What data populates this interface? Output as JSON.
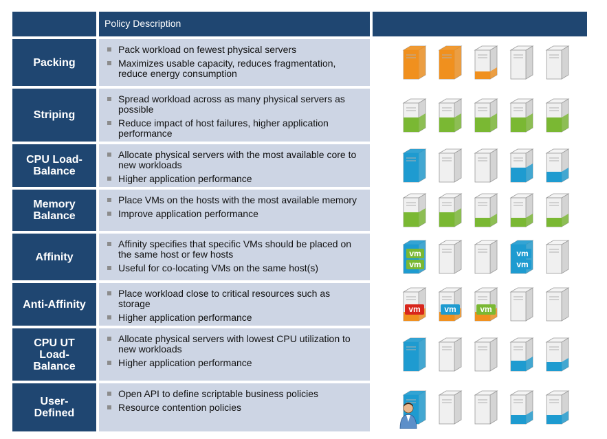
{
  "header": {
    "policy_description": "Policy Description"
  },
  "rows": [
    {
      "label": "Packing",
      "bullets": [
        "Pack workload on fewest physical servers",
        "Maximizes usable capacity, reduces fragmentation, reduce energy consumption"
      ],
      "servers": [
        {
          "fill": 1,
          "color": "orange"
        },
        {
          "fill": 1,
          "color": "orange"
        },
        {
          "fill": 0.25,
          "color": "orange"
        },
        {
          "fill": 0,
          "color": "none"
        },
        {
          "fill": 0,
          "color": "none"
        }
      ]
    },
    {
      "label": "Striping",
      "bullets": [
        "Spread workload across as many physical servers as possible",
        "Reduce impact of host failures, higher application performance"
      ],
      "servers": [
        {
          "fill": 0.5,
          "color": "green"
        },
        {
          "fill": 0.5,
          "color": "green"
        },
        {
          "fill": 0.5,
          "color": "green"
        },
        {
          "fill": 0.5,
          "color": "green"
        },
        {
          "fill": 0.5,
          "color": "green"
        }
      ]
    },
    {
      "label": "CPU Load-\nBalance",
      "bullets": [
        "Allocate physical servers with the most available core to new workloads",
        "Higher application performance"
      ],
      "servers": [
        {
          "fill": 1,
          "color": "blue"
        },
        {
          "fill": 0,
          "color": "none"
        },
        {
          "fill": 0,
          "color": "none"
        },
        {
          "fill": 0.5,
          "color": "blue"
        },
        {
          "fill": 0.35,
          "color": "blue"
        }
      ]
    },
    {
      "label": "Memory\nBalance",
      "bullets": [
        "Place VMs on the hosts with the most available memory",
        "Improve application performance"
      ],
      "servers": [
        {
          "fill": 0.5,
          "color": "green"
        },
        {
          "fill": 0.5,
          "color": "green"
        },
        {
          "fill": 0.3,
          "color": "green"
        },
        {
          "fill": 0.3,
          "color": "green"
        },
        {
          "fill": 0.3,
          "color": "green"
        }
      ]
    },
    {
      "label": "Affinity",
      "bullets": [
        "Affinity specifies that specific VMs should be placed on the same host or few hosts",
        "Useful for co-locating VMs on the same host(s)"
      ],
      "servers": [
        {
          "fill": 1,
          "color": "blue",
          "vm": "green"
        },
        {
          "fill": 0,
          "color": "none"
        },
        {
          "fill": 0,
          "color": "none"
        },
        {
          "fill": 1,
          "color": "blue",
          "vm": "blue"
        },
        {
          "fill": 0,
          "color": "none"
        }
      ]
    },
    {
      "label": "Anti-Affinity",
      "bullets": [
        "Place workload close to critical resources such as storage",
        "Higher application performance"
      ],
      "servers": [
        {
          "fill": 0.3,
          "color": "orange",
          "vm": "red"
        },
        {
          "fill": 0.3,
          "color": "orange",
          "vm": "blue"
        },
        {
          "fill": 0.3,
          "color": "orange",
          "vm": "green"
        },
        {
          "fill": 0,
          "color": "none"
        },
        {
          "fill": 0,
          "color": "none"
        }
      ]
    },
    {
      "label": "CPU UT\nLoad-\nBalance",
      "bullets": [
        "Allocate physical servers with lowest CPU utilization to new workloads",
        "Higher application performance"
      ],
      "servers": [
        {
          "fill": 1,
          "color": "blue"
        },
        {
          "fill": 0,
          "color": "none"
        },
        {
          "fill": 0,
          "color": "none"
        },
        {
          "fill": 0.35,
          "color": "blue"
        },
        {
          "fill": 0.3,
          "color": "blue"
        }
      ]
    },
    {
      "label": "User-\nDefined",
      "bullets": [
        "Open API to define scriptable business policies",
        "Resource contention policies"
      ],
      "servers": [
        {
          "fill": 1,
          "color": "blue",
          "user": true
        },
        {
          "fill": 0,
          "color": "none"
        },
        {
          "fill": 0,
          "color": "none"
        },
        {
          "fill": 0.3,
          "color": "blue"
        },
        {
          "fill": 0.3,
          "color": "blue"
        }
      ]
    }
  ],
  "colors": {
    "orange": "#f0901e",
    "green": "#7ab833",
    "blue": "#1e9bd0",
    "red": "#d8261c",
    "header": "#1f4671",
    "desc_bg": "#cdd5e4"
  },
  "vm_text": "vm"
}
